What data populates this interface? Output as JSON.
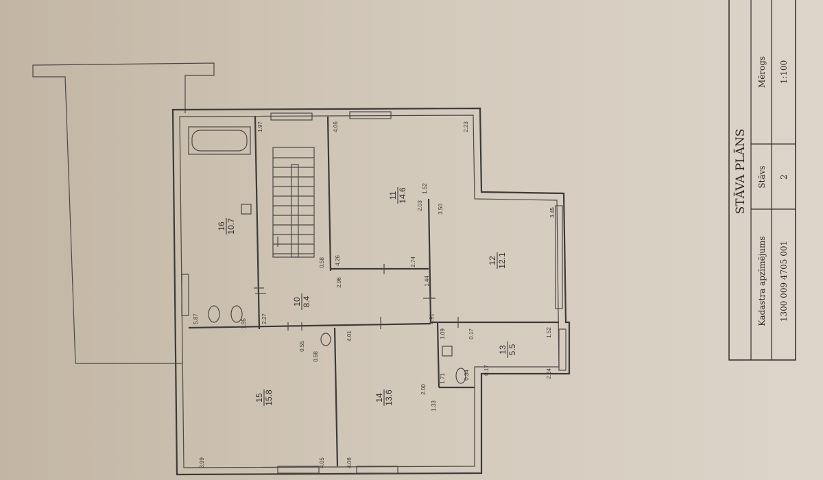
{
  "title_block": {
    "title": "STĀVA PLĀNS",
    "headers": {
      "cadastre": "Kadastra apzīmējums",
      "floor": "Stāvs",
      "scale": "Mērogs"
    },
    "values": {
      "cadastre": "1300 009 4705 001",
      "floor": "2",
      "scale": "1:100"
    }
  },
  "rooms": [
    {
      "number": "16",
      "area": "10.7"
    },
    {
      "number": "11",
      "area": "14.6"
    },
    {
      "number": "12",
      "area": "12.1"
    },
    {
      "number": "10",
      "area": "8.4"
    },
    {
      "number": "15",
      "area": "15.8"
    },
    {
      "number": "14",
      "area": "13.6"
    },
    {
      "number": "13",
      "area": "5.5"
    }
  ],
  "dimensions": [
    "1.97",
    "4.06",
    "2.23",
    "1.52",
    "2.03",
    "3.50",
    "3.45",
    "4.26",
    "0.58",
    "2.74",
    "2.96",
    "1.44",
    "4.91",
    "2.27",
    "5.87",
    "1.95",
    "4.01",
    "0.55",
    "0.68",
    "1.09",
    "0.17",
    "0.17",
    "0.34",
    "1.71",
    "2.00",
    "1.33",
    "1.52",
    "2.24",
    "3.99",
    "4.05",
    "4.06"
  ]
}
